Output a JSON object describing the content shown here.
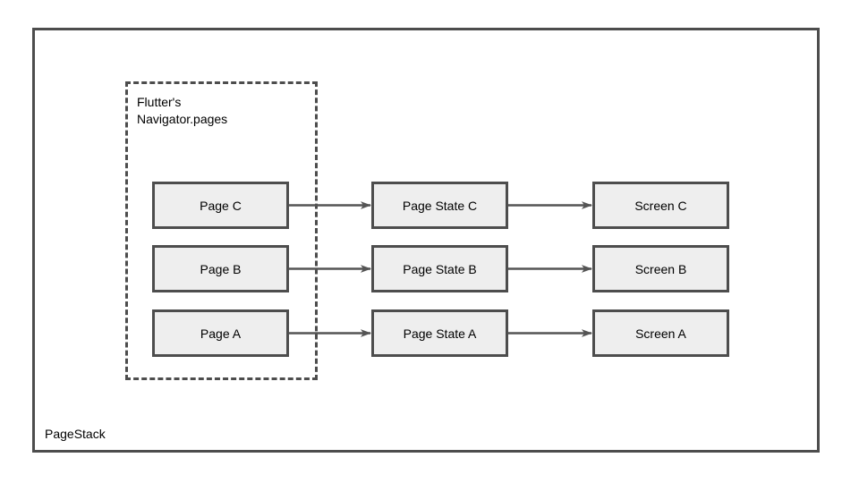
{
  "diagram": {
    "outer": {
      "label": "PageStack"
    },
    "group": {
      "label": "Flutter's\nNavigator.pages"
    },
    "columns": [
      {
        "key": "pages",
        "name": "pages-column"
      },
      {
        "key": "states",
        "name": "page-state-column"
      },
      {
        "key": "screens",
        "name": "screen-column"
      }
    ],
    "rows": [
      {
        "key": "c",
        "page": "Page C",
        "state": "Page State C",
        "screen": "Screen C"
      },
      {
        "key": "b",
        "page": "Page B",
        "state": "Page State B",
        "screen": "Screen B"
      },
      {
        "key": "a",
        "page": "Page A",
        "state": "Page State A",
        "screen": "Screen A"
      }
    ],
    "colors": {
      "node_fill": "#EEEEEE",
      "node_stroke": "#4D4D4D",
      "outer_stroke": "#4D4D4D",
      "dashed_stroke": "#4D4D4D",
      "arrow": "#555555",
      "text": "#000000",
      "background": "#FFFFFF"
    }
  }
}
